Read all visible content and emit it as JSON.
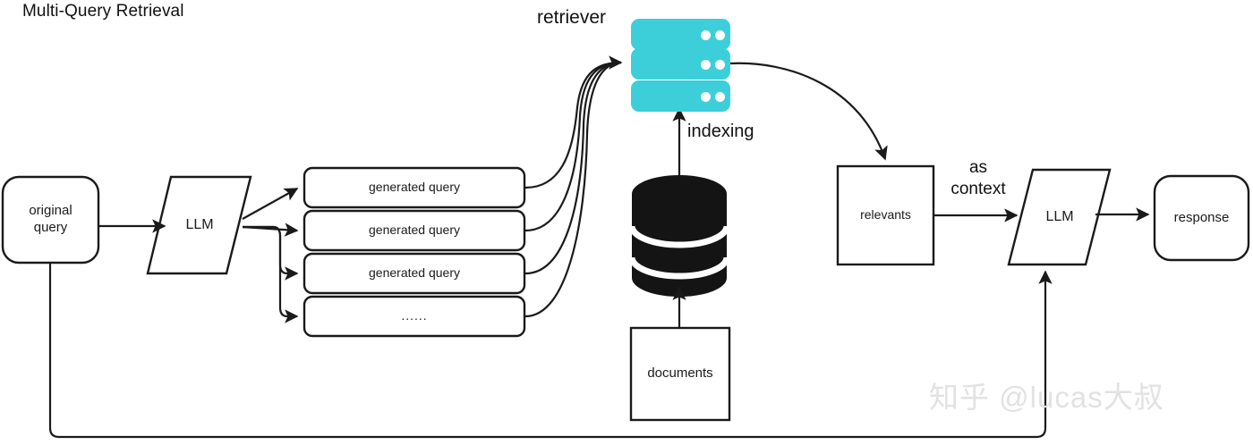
{
  "title": "Multi-Query Retrieval",
  "colors": {
    "stroke": "#1a1a1a",
    "retriever_cyan": "#3ccfda",
    "database_black": "#141414",
    "watermark_gray": "#e2e2e2",
    "canvas": "#ffffff"
  },
  "nodes": {
    "original_query": {
      "label": "original\nquery",
      "shape": "rounded-rectangle"
    },
    "llm_left": {
      "label": "LLM",
      "shape": "parallelogram"
    },
    "generated_queries": [
      {
        "label": "generated query",
        "shape": "rounded-rectangle"
      },
      {
        "label": "generated query",
        "shape": "rounded-rectangle"
      },
      {
        "label": "generated query",
        "shape": "rounded-rectangle"
      },
      {
        "label": "......",
        "shape": "rounded-rectangle"
      }
    ],
    "retriever": {
      "label": "retriever",
      "shape": "server-stack",
      "bars": 3,
      "dots_per_bar": 2
    },
    "database": {
      "label": "",
      "shape": "cylinder",
      "segments": 3
    },
    "documents": {
      "label": "documents",
      "shape": "rectangle"
    },
    "relevants": {
      "label": "relevants",
      "shape": "rectangle"
    },
    "llm_right": {
      "label": "LLM",
      "shape": "parallelogram"
    },
    "response": {
      "label": "response",
      "shape": "rounded-rectangle"
    }
  },
  "edge_labels": {
    "indexing": "indexing",
    "as_context": "as\ncontext"
  },
  "watermark": "知乎 @lucas大叔"
}
